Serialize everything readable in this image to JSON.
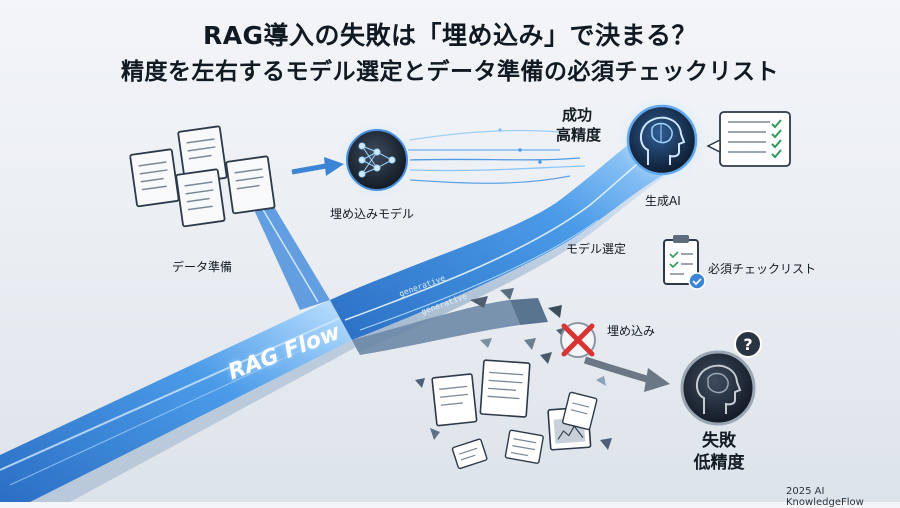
{
  "title": {
    "line1": "RAG導入の失敗は「埋め込み」で決まる？",
    "line2": "精度を左右するモデル選定とデータ準備の必須チェックリスト"
  },
  "labels": {
    "data_prep": "データ準備",
    "embedding_model": "埋め込みモデル",
    "success": "成功",
    "high_accuracy": "高精度",
    "generative_ai": "生成AI",
    "model_selection": "モデル選定",
    "checklist": "必須チェックリスト",
    "embedding": "埋め込み",
    "failure": "失敗",
    "low_accuracy": "低精度",
    "rag_flow": "RAG Flow",
    "generative_1": "generative",
    "generative_2": "generative"
  },
  "footer": {
    "credit": "2025 AI KnowledgeFlow"
  },
  "colors": {
    "flow_blue": "#3b84d6",
    "flow_light": "#8ec4ff",
    "check_green": "#2e9b5a",
    "fail_red": "#d93434",
    "dark_icon": "#1f2a38"
  },
  "icons": [
    "document-stack-icon",
    "arrow-right-icon",
    "neural-network-icon",
    "brain-head-icon",
    "checklist-document-icon",
    "clipboard-check-icon",
    "red-x-icon",
    "confused-head-icon",
    "question-mark-icon",
    "scattered-documents-icon"
  ]
}
